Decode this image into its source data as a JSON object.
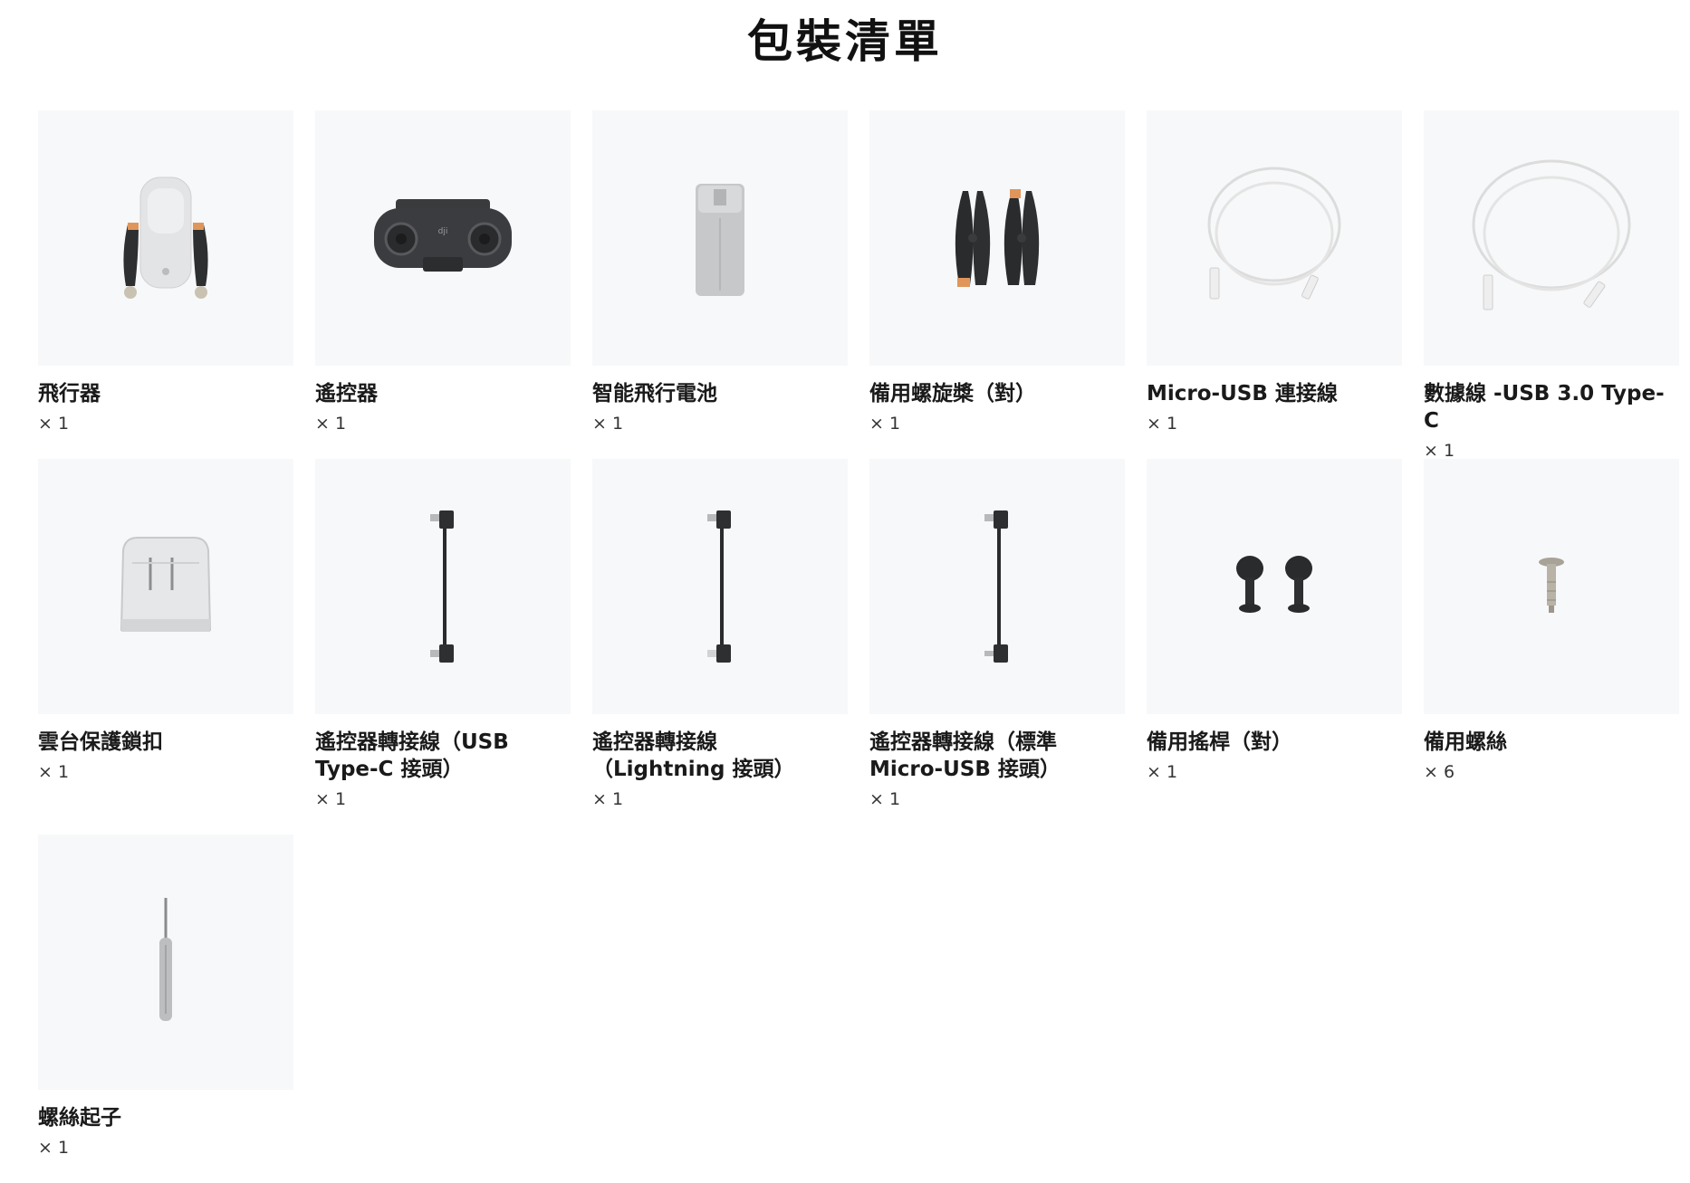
{
  "page": {
    "title": "包裝清單"
  },
  "items": [
    {
      "name": "飛行器",
      "qty": "× 1",
      "icon": "drone-icon"
    },
    {
      "name": "遙控器",
      "qty": "× 1",
      "icon": "remote-controller-icon"
    },
    {
      "name": "智能飛行電池",
      "qty": "× 1",
      "icon": "battery-icon"
    },
    {
      "name": "備用螺旋槳（對）",
      "qty": "× 1",
      "icon": "propellers-icon"
    },
    {
      "name": "Micro-USB 連接線",
      "qty": "× 1",
      "icon": "micro-usb-cable-icon"
    },
    {
      "name": "數據線 -USB 3.0 Type-C",
      "qty": "× 1",
      "icon": "usb-c-cable-icon"
    },
    {
      "name": "雲台保護鎖扣",
      "qty": "× 1",
      "icon": "gimbal-protector-icon"
    },
    {
      "name": "遙控器轉接線（USB Type-C 接頭）",
      "qty": "× 1",
      "icon": "rc-cable-usb-c-icon"
    },
    {
      "name": "遙控器轉接線（Lightning 接頭）",
      "qty": "× 1",
      "icon": "rc-cable-lightning-icon"
    },
    {
      "name": "遙控器轉接線（標準 Micro-USB 接頭）",
      "qty": "× 1",
      "icon": "rc-cable-micro-usb-icon"
    },
    {
      "name": "備用搖桿（對）",
      "qty": "× 1",
      "icon": "control-sticks-icon"
    },
    {
      "name": "備用螺絲",
      "qty": "× 6",
      "icon": "screw-icon"
    },
    {
      "name": "螺絲起子",
      "qty": "× 1",
      "icon": "screwdriver-icon"
    }
  ]
}
